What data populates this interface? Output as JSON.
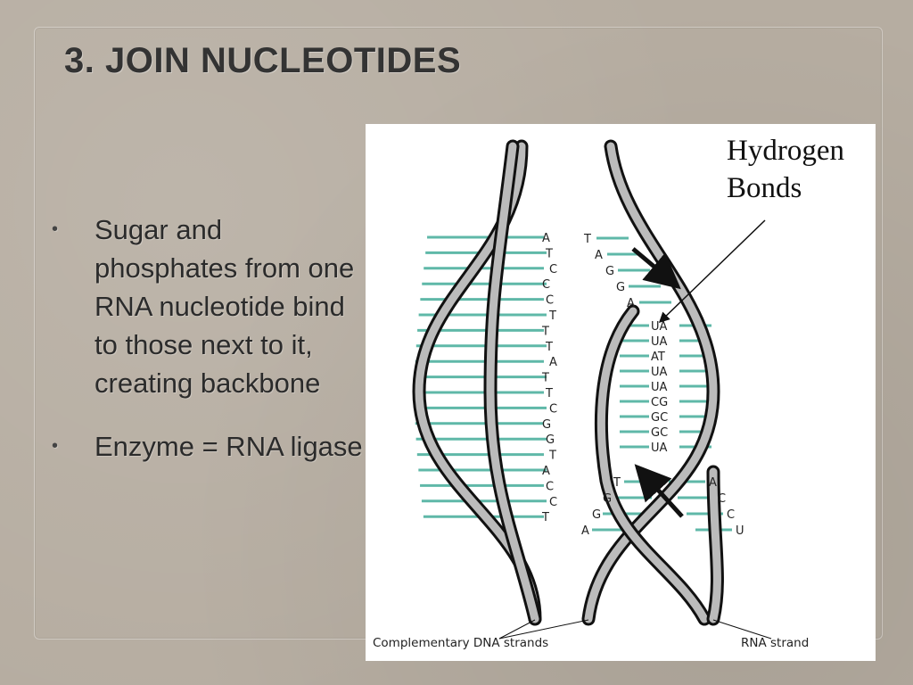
{
  "slide": {
    "title": "3. JOIN NUCLEOTIDES",
    "bullets": [
      "Sugar and phosphates from one RNA nucleotide bind to those next to it, creating backbone",
      "Enzyme = RNA ligase"
    ]
  },
  "diagram": {
    "label_hydrogen": "Hydrogen",
    "label_bonds": "Bonds",
    "label_complementary": "Complementary DNA strands",
    "label_rna": "RNA strand",
    "colors": {
      "rung": "#5fb8a8",
      "backbone_dark": "#111111",
      "backbone_light": "#bbbbbb"
    },
    "bases": {
      "left_strand": [
        "A",
        "T",
        "C",
        "C",
        "C",
        "T",
        "T",
        "T",
        "A",
        "T",
        "T",
        "C",
        "G",
        "G",
        "T",
        "A",
        "C",
        "C",
        "T"
      ],
      "right_top": [
        "T",
        "A",
        "G",
        "G",
        "A"
      ],
      "rna_pairs": [
        "UA",
        "UA",
        "AT",
        "UA",
        "UA",
        "CG",
        "GC",
        "GC",
        "UA"
      ],
      "right_bottom_left": [
        "T",
        "G",
        "G",
        "A"
      ],
      "right_bottom_right": [
        "A",
        "C",
        "C",
        "U"
      ]
    }
  }
}
